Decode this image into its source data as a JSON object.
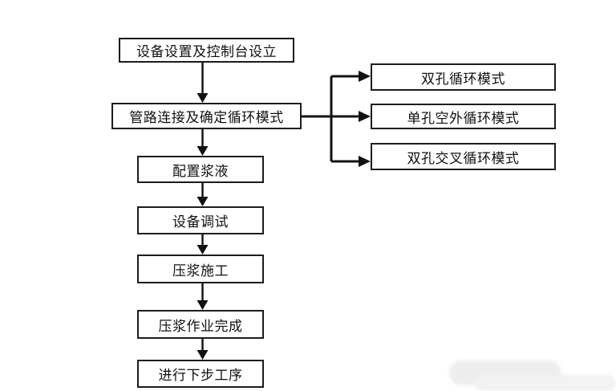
{
  "flowchart": {
    "main_steps": [
      {
        "label": "设备设置及控制台设立"
      },
      {
        "label": "管路连接及确定循环模式"
      },
      {
        "label": "配置浆液"
      },
      {
        "label": "设备调试"
      },
      {
        "label": "压浆施工"
      },
      {
        "label": "压浆作业完成"
      },
      {
        "label": "进行下步工序"
      }
    ],
    "branch_modes": [
      {
        "label": "双孔循环模式"
      },
      {
        "label": "单孔空外循环模式"
      },
      {
        "label": "双孔交叉循环模式"
      }
    ],
    "style": {
      "background": "#ffffff",
      "box_fill": "#ffffff",
      "box_border": "#1c1c1c",
      "connector_color": "#111111",
      "text_color": "#111111"
    }
  }
}
